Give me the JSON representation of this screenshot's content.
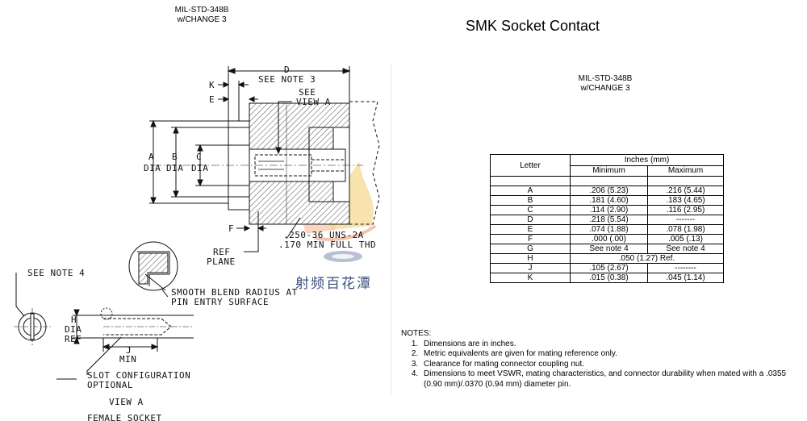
{
  "header": {
    "std": "MIL-STD-348B",
    "change": "w/CHANGE 3"
  },
  "title": "SMK Socket Contact",
  "right_header": {
    "std": "MIL-STD-348B",
    "change": "w/CHANGE 3"
  },
  "drawing": {
    "labels": {
      "D": "D",
      "see_note_3": "SEE NOTE 3",
      "K": "K",
      "E": "E",
      "see": "SEE",
      "view_a_ref": "VIEW A",
      "A": "A",
      "B": "B",
      "C": "C",
      "dia_a": "DIA",
      "dia_b": "DIA",
      "dia_c": "DIA",
      "F": "F",
      "thread": ".250-36 UNS-2A",
      "thread_min": ".170 MIN FULL THD",
      "ref": "REF",
      "plane": "PLANE",
      "see_note_4": "SEE NOTE 4",
      "smooth_blend": "SMOOTH BLEND RADIUS AT",
      "pin_entry": "PIN ENTRY SURFACE",
      "H": "H",
      "dia_h": "DIA",
      "ref_h": "REF",
      "J": "J",
      "min": "MIN",
      "slot_config": "SLOT CONFIGURATION",
      "optional": "OPTIONAL",
      "view_a": "VIEW A",
      "female_socket": "FEMALE SOCKET"
    }
  },
  "watermark": {
    "text": "射频百花潭"
  },
  "table": {
    "header_group": "Inches (mm)",
    "col_letter": "Letter",
    "col_min": "Minimum",
    "col_max": "Maximum",
    "rows": [
      {
        "letter": "A",
        "min": ".206 (5.23)",
        "max": ".216 (5.44)"
      },
      {
        "letter": "B",
        "min": ".181 (4.60)",
        "max": ".183 (4.65)"
      },
      {
        "letter": "C",
        "min": ".114 (2.90)",
        "max": ".116 (2.95)"
      },
      {
        "letter": "D",
        "min": ".218 (5.54)",
        "max": "-------"
      },
      {
        "letter": "E",
        "min": ".074 (1.88)",
        "max": ".078 (1.98)"
      },
      {
        "letter": "F",
        "min": ".000 (.00)",
        "max": ".005 (.13)"
      },
      {
        "letter": "G",
        "min": "See note 4",
        "max": "See note 4"
      },
      {
        "letter": "H",
        "span": ".050 (1.27) Ref."
      },
      {
        "letter": "J",
        "min": ".105 (2.67)",
        "max": "--------"
      },
      {
        "letter": "K",
        "min": ".015 (0.38)",
        "max": ".045 (1.14)"
      }
    ]
  },
  "notes": {
    "heading": "NOTES:",
    "items": [
      "Dimensions are in inches.",
      "Metric equivalents are given for mating reference only.",
      "Clearance for mating connector coupling nut.",
      "Dimensions to meet VSWR, mating characteristics, and connector durability when mated with a .0355 (0.90 mm)/.0370 (0.94 mm) diameter pin."
    ]
  }
}
